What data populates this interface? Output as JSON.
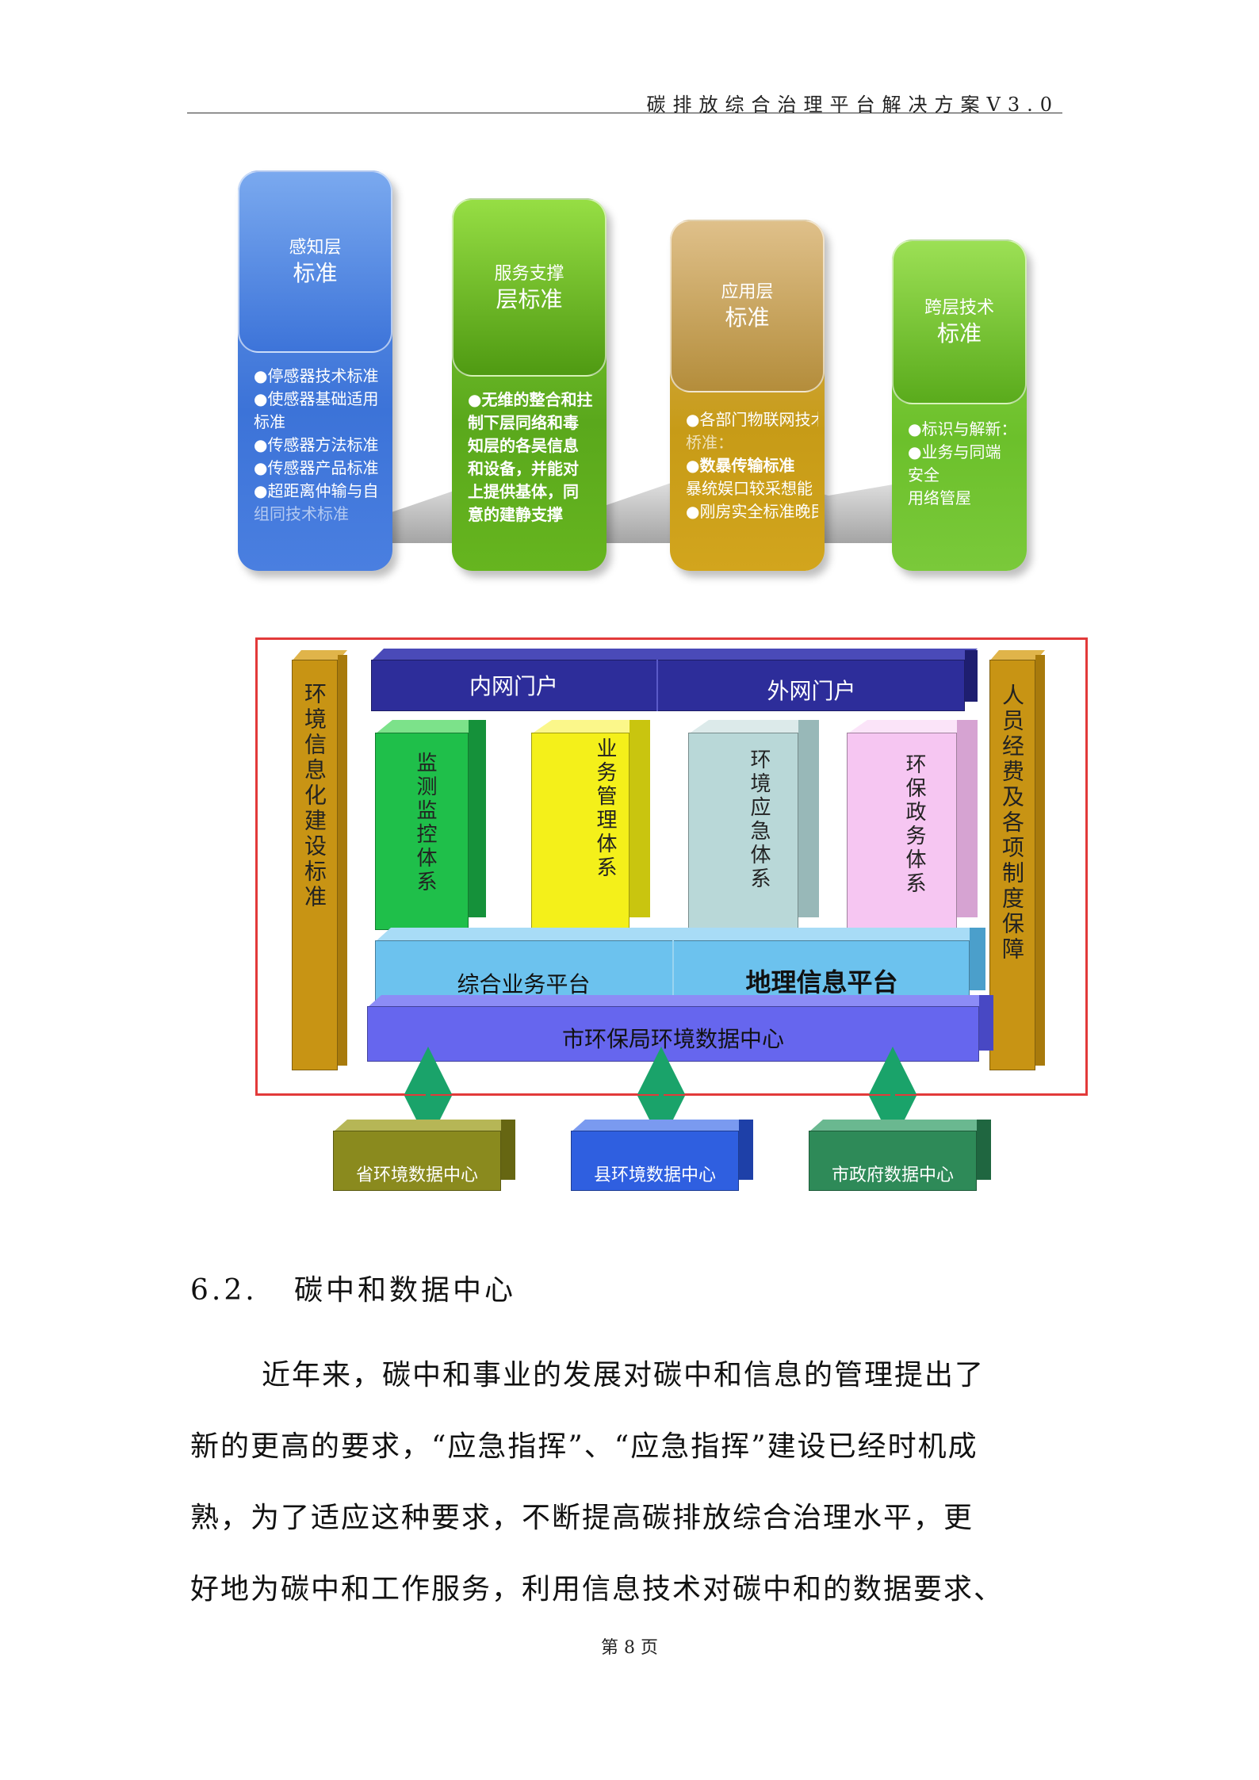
{
  "header": {
    "title": "碳排放综合治理平台解决方案V3.0"
  },
  "figure1": {
    "pillars": [
      {
        "title_line1": "感知层",
        "title_line2": "标准",
        "color": "#3c73d8",
        "items": [
          "●停感器技术标准",
          "●使感器基础适用",
          "标准",
          "●传感器方法标准",
          "●传感器产品标准",
          "●超距离仲输与自",
          "组同技术标准"
        ]
      },
      {
        "title_line1": "服务支撑",
        "title_line2": "层标准",
        "color": "#5aa81c",
        "items": [
          "●无维的整合和拄",
          "制下层同络和毒",
          "知层的各吴信息",
          "和设备，并能对",
          "上提供基体，同",
          "意的建静支撑"
        ]
      },
      {
        "title_line1": "应用层",
        "title_line2": "标准",
        "color": "#c79b17",
        "items": [
          "●各部门物联网技术",
          "桥准：",
          "●数暴传输标准",
          "暴统娱口较采想能",
          "●刚房实全标准晚民"
        ]
      },
      {
        "title_line1": "跨层技术",
        "title_line2": "标准",
        "color": "#6cc02b",
        "items": [
          "●标识与解新：",
          "●业务与同端",
          "安全",
          "用络管屋"
        ]
      }
    ]
  },
  "figure2": {
    "left_column": "环境信息化建设标准",
    "right_column": "人员经费及各项制度保障",
    "portals": [
      "内网门户",
      "外网门户"
    ],
    "systems": [
      {
        "label": "监测监控体系",
        "color": "#1fbf4a"
      },
      {
        "label": "业务管理体系",
        "color": "#f4f01a"
      },
      {
        "label": "环境应急体系",
        "color": "#b9d8d8"
      },
      {
        "label": "环保政务体系",
        "color": "#f6c6f2"
      }
    ],
    "platforms": [
      "综合业务平台",
      "地理信息平台"
    ],
    "data_center": "市环保局环境数据中心",
    "external_centers": [
      {
        "label": "省环境数据中心",
        "color": "#8a8a1e"
      },
      {
        "label": "县环境数据中心",
        "color": "#2f5fe0"
      },
      {
        "label": "市政府数据中心",
        "color": "#2e8a58"
      }
    ]
  },
  "section": {
    "number": "6.2.",
    "title": "碳中和数据中心"
  },
  "paragraph": {
    "lines": [
      "近年来，碳中和事业的发展对碳中和信息的管理提出了",
      "新的更高的要求，“应急指挥”、“应急指挥”建设已经时机成",
      "熟，为了适应这种要求，不断提高碳排放综合治理水平，更",
      "好地为碳中和工作服务，利用信息技术对碳中和的数据要求、"
    ]
  },
  "footer": {
    "page": "第 8 页"
  }
}
